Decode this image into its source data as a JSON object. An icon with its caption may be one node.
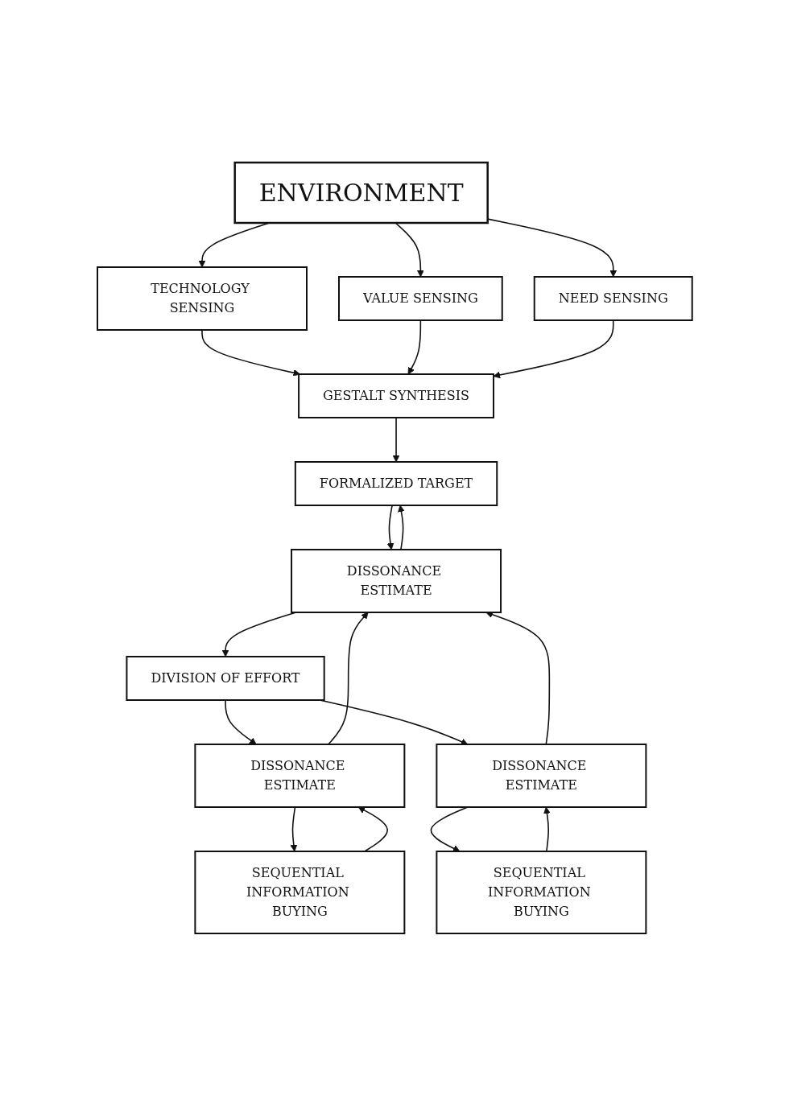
{
  "diagram": {
    "nodes": [
      {
        "text": [
          "ENVIRONMENT"
        ]
      },
      {
        "text": [
          "TECHNOLOGY SENSING"
        ]
      },
      {
        "text": [
          "VALUE SENSING"
        ]
      },
      {
        "text": [
          "NEED SENSING"
        ]
      },
      {
        "text": [
          "GESTALT SYNTHESIS"
        ]
      },
      {
        "text": [
          "FORMALIZED TARGET"
        ]
      },
      {
        "text": [
          "DISSONANCE ESTIMATE"
        ]
      },
      {
        "text": [
          "DIVISION OF EFFORT"
        ]
      },
      {
        "text": [
          "DISSONANCE ESTIMATE"
        ]
      },
      {
        "text": [
          "DISSONANCE ESTIMATE"
        ]
      },
      {
        "text": [
          "SEQUENTIAL INFORMATION BUYING"
        ]
      },
      {
        "text": [
          "SEQUENTIAL INFORMATION BUYING"
        ]
      }
    ],
    "edges": [
      {
        "from": 0,
        "to": 1,
        "arrow": "to"
      },
      {
        "from": 0,
        "to": 2,
        "arrow": "to"
      },
      {
        "from": 0,
        "to": 3,
        "arrow": "to"
      },
      {
        "from": 1,
        "to": 4,
        "arrow": "to"
      },
      {
        "from": 2,
        "to": 4,
        "arrow": "to"
      },
      {
        "from": 3,
        "to": 4,
        "arrow": "to"
      },
      {
        "from": 4,
        "to": 5,
        "arrow": "to"
      },
      {
        "from": 5,
        "to": 6,
        "arrow": "to"
      },
      {
        "from": 6,
        "to": 5,
        "arrow": "to"
      },
      {
        "from": 6,
        "to": 7,
        "arrow": "to"
      },
      {
        "from": 7,
        "to": 8,
        "arrow": "to"
      },
      {
        "from": 7,
        "to": 9,
        "arrow": "to"
      },
      {
        "from": 8,
        "to": 6,
        "arrow": "to"
      },
      {
        "from": 9,
        "to": 6,
        "arrow": "to"
      },
      {
        "from": 10,
        "to": 8,
        "arrow": "to"
      },
      {
        "from": 8,
        "to": 10,
        "arrow": "to"
      },
      {
        "from": 11,
        "to": 9,
        "arrow": "to"
      },
      {
        "from": 9,
        "to": 11,
        "arrow": "to"
      }
    ]
  }
}
